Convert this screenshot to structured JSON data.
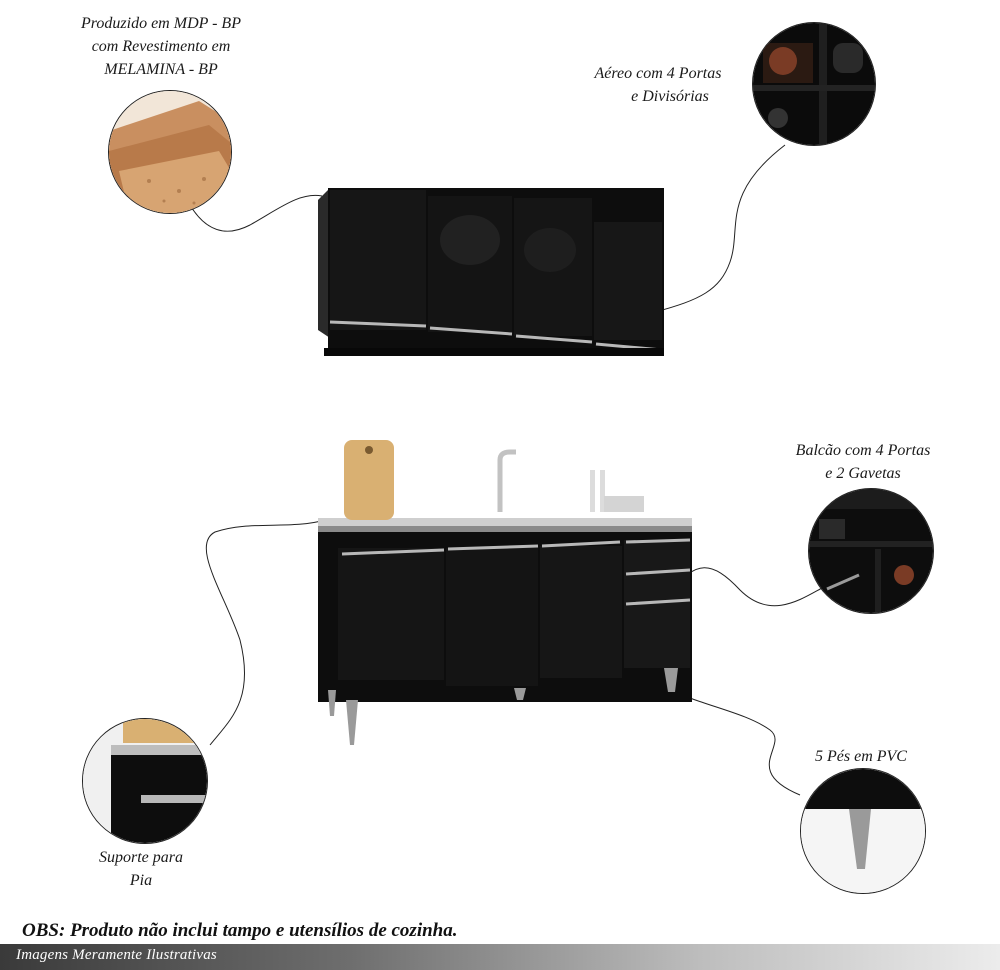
{
  "callouts": {
    "material": {
      "lines": [
        "Produzido em MDP - BP",
        "com Revestimento em",
        "MELAMINA - BP"
      ]
    },
    "upper": {
      "lines": [
        "Aéreo com 4 Portas",
        "e Divisórias"
      ]
    },
    "base": {
      "lines": [
        "Balcão com 4 Portas",
        "e 2 Gavetas"
      ]
    },
    "feet": {
      "lines": [
        "5 Pés em PVC"
      ]
    },
    "support": {
      "lines": [
        "Suporte para",
        "Pia"
      ]
    }
  },
  "notice": "OBS: Produto não inclui tampo e utensílios de cozinha.",
  "footer": "Imagens Meramente Ilustrativas",
  "colors": {
    "cabinet": "#0d0d0d",
    "handle": "#b8b8b8",
    "mdp": "#c98f60",
    "footer_dark": "#3a3a3a"
  }
}
